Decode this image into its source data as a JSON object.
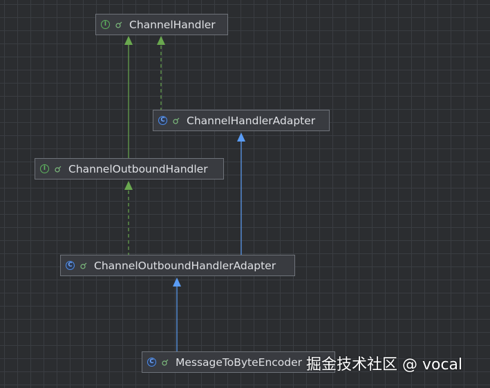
{
  "nodes": {
    "channel_handler": {
      "name": "ChannelHandler",
      "kind": "interface",
      "badge": "I"
    },
    "channel_handler_adapter": {
      "name": "ChannelHandlerAdapter",
      "kind": "class",
      "badge": "C"
    },
    "channel_outbound_handler": {
      "name": "ChannelOutboundHandler",
      "kind": "interface",
      "badge": "I"
    },
    "channel_outbound_handler_adapter": {
      "name": "ChannelOutboundHandlerAdapter",
      "kind": "class",
      "badge": "C"
    },
    "message_to_byte_encoder": {
      "name": "MessageToByteEncoder",
      "kind": "class",
      "badge": "C"
    }
  },
  "edges": [
    {
      "from": "channel_outbound_handler",
      "to": "channel_handler",
      "type": "extends-interface"
    },
    {
      "from": "channel_handler_adapter",
      "to": "channel_handler",
      "type": "implements"
    },
    {
      "from": "channel_outbound_handler_adapter",
      "to": "channel_outbound_handler",
      "type": "implements"
    },
    {
      "from": "channel_outbound_handler_adapter",
      "to": "channel_handler_adapter",
      "type": "extends"
    },
    {
      "from": "message_to_byte_encoder",
      "to": "channel_outbound_handler_adapter",
      "type": "extends"
    }
  ],
  "colors": {
    "background": "#2b2d30",
    "grid": "#3a3d42",
    "node_fill": "#393b40",
    "node_border": "#6f737a",
    "interface_edge": "#6aa84f",
    "class_edge": "#5a9cf5",
    "interface_badge": "#5fb85f",
    "class_badge": "#4d8ff0"
  },
  "watermark": "掘金技术社区 @ vocal"
}
